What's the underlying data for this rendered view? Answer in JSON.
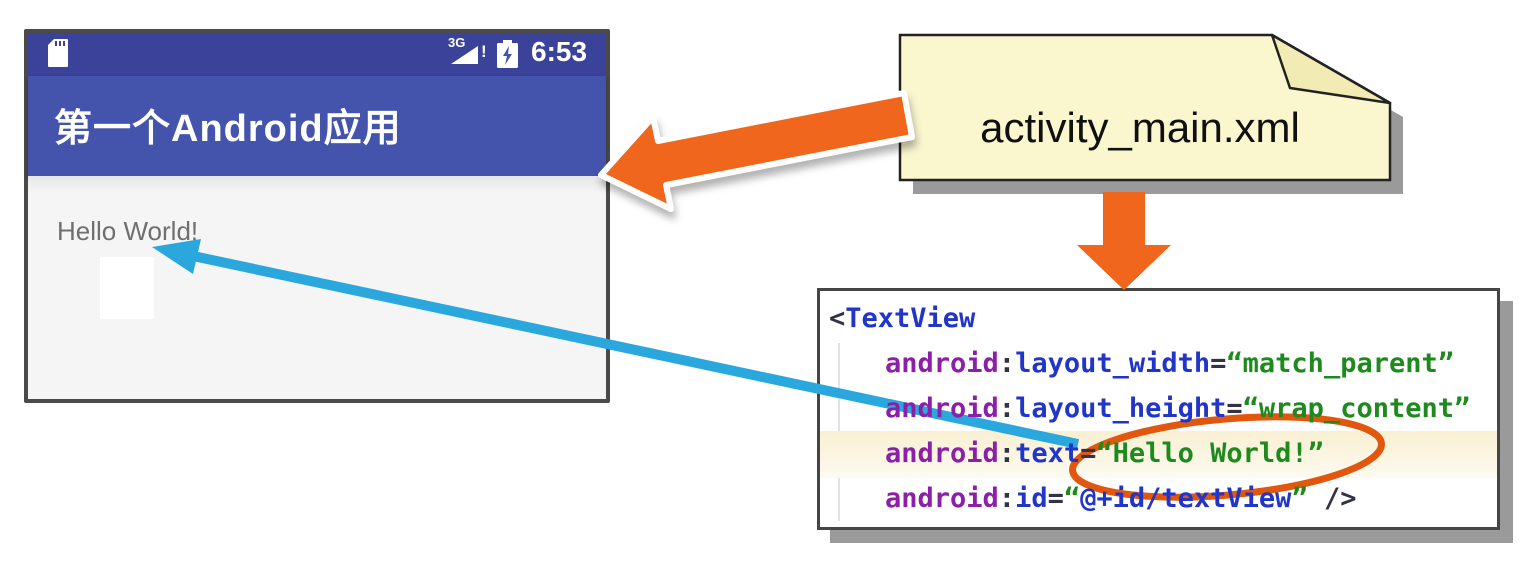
{
  "diagram": {
    "phone": {
      "status_bar": {
        "time": "6:53",
        "network_label": "3G",
        "network_alert": "!",
        "icons": [
          "sd-card-icon",
          "signal-3g-icon",
          "battery-charging-icon"
        ]
      },
      "app_bar": {
        "title": "第一个Android应用"
      },
      "content": {
        "text_view": "Hello World!"
      }
    },
    "note": {
      "label": "activity_main.xml"
    },
    "code": {
      "lines": [
        {
          "segments": [
            {
              "text": "<",
              "cls": "punct"
            },
            {
              "text": "TextView",
              "cls": "tag"
            }
          ]
        },
        {
          "segments": [
            {
              "text": "android",
              "cls": "ns"
            },
            {
              "text": ":",
              "cls": "punct"
            },
            {
              "text": "layout_width",
              "cls": "attr"
            },
            {
              "text": "=",
              "cls": "punct"
            },
            {
              "text": "“match_parent”",
              "cls": "value"
            }
          ]
        },
        {
          "segments": [
            {
              "text": "android",
              "cls": "ns"
            },
            {
              "text": ":",
              "cls": "punct"
            },
            {
              "text": "layout_height",
              "cls": "attr"
            },
            {
              "text": "=",
              "cls": "punct"
            },
            {
              "text": "“wrap_content”",
              "cls": "value"
            }
          ]
        },
        {
          "segments": [
            {
              "text": "android",
              "cls": "ns"
            },
            {
              "text": ":",
              "cls": "punct"
            },
            {
              "text": "text",
              "cls": "attr"
            },
            {
              "text": "=",
              "cls": "punct"
            },
            {
              "text": "“Hello World!”",
              "cls": "value"
            }
          ]
        },
        {
          "segments": [
            {
              "text": "android",
              "cls": "ns"
            },
            {
              "text": ":",
              "cls": "punct"
            },
            {
              "text": "id",
              "cls": "attr"
            },
            {
              "text": "=",
              "cls": "punct"
            },
            {
              "text": "“",
              "cls": "value"
            },
            {
              "text": "@+id/textView",
              "cls": "idref"
            },
            {
              "text": "”",
              "cls": "value"
            },
            {
              "text": " />",
              "cls": "punct"
            }
          ]
        }
      ]
    },
    "colors": {
      "status_bar_indigo": "#3a429a",
      "app_bar_indigo": "#4453ab",
      "note_yellow": "#faf7cf",
      "arrow_orange": "#f0661c",
      "arrow_blue": "#2aa7dc",
      "ellipse_orange": "#e2570e",
      "highlight_cream": "#f9f0d2",
      "code_tag_blue": "#2135c8",
      "code_ns_purple": "#8b1fa8",
      "code_value_green": "#1e8a1e"
    }
  }
}
